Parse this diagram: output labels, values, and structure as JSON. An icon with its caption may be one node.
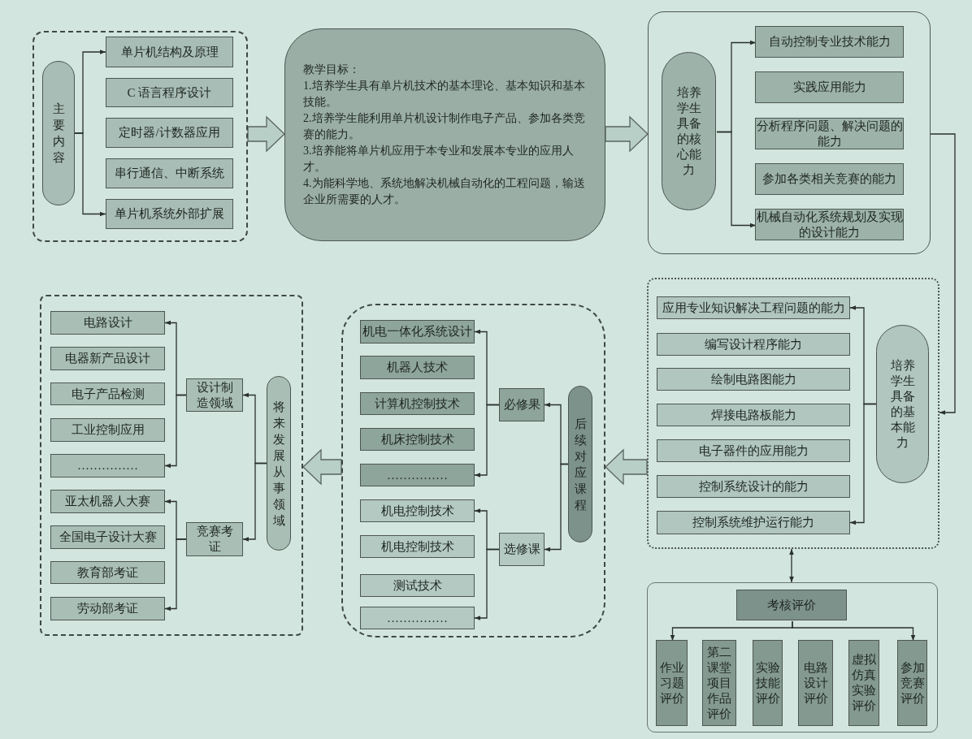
{
  "diagram": {
    "nodes": [
      {
        "text": [],
        "shape": "box"
      },
      {
        "text": [
          "主要内容"
        ],
        "in": 0
      },
      {
        "text": [
          "单片机结构及原理"
        ],
        "in": 0
      },
      {
        "text": [
          "C 语言程序设计"
        ],
        "in": 0
      },
      {
        "text": [
          "定时器/计数器应用"
        ],
        "in": 0
      },
      {
        "text": [
          "串行通信、中断系统"
        ],
        "in": 0
      },
      {
        "text": [
          "单片机系统外部扩展"
        ],
        "in": 0
      },
      {
        "text": [
          "教学目标：",
          "1.培养学生具有单片机技术的基本理论、基本知识和基本技能。",
          "2.培养学生能利用单片机设计制作电子产品、参加各类竞赛的能力。",
          "3.培养能将单片机应用于本专业和发展本专业的应用人才。",
          "4.为能科学地、系统地解决机械自动化的工程问题，输送企业所需要的人才。"
        ]
      },
      {
        "text": [],
        "shape": "box"
      },
      {
        "text": [
          "培养学生具备的核心能力"
        ],
        "in": 8
      },
      {
        "text": [
          "自动控制专业技术能力"
        ],
        "in": 8
      },
      {
        "text": [
          "实践应用能力"
        ],
        "in": 8
      },
      {
        "text": [
          "分析程序问题、解决问题的能力"
        ],
        "in": 8
      },
      {
        "text": [
          "参加各类相关竞赛的能力"
        ],
        "in": 8
      },
      {
        "text": [
          "机械自动化系统规划及实现的设计能力"
        ],
        "in": 8
      },
      {
        "text": [],
        "shape": "box"
      },
      {
        "text": [
          "应用专业知识解决工程问题的能力"
        ],
        "in": 15
      },
      {
        "text": [
          "编写设计程序能力"
        ],
        "in": 15
      },
      {
        "text": [
          "绘制电路图能力"
        ],
        "in": 15
      },
      {
        "text": [
          "焊接电路板能力"
        ],
        "in": 15
      },
      {
        "text": [
          "电子器件的应用能力"
        ],
        "in": 15
      },
      {
        "text": [
          "控制系统设计的能力"
        ],
        "in": 15
      },
      {
        "text": [
          "控制系统维护运行能力"
        ],
        "in": 15
      },
      {
        "text": [
          "培养学生具备的基本能力"
        ],
        "in": 15
      },
      {
        "text": [],
        "shape": "box"
      },
      {
        "text": [
          "考核评价"
        ],
        "in": 24
      },
      {
        "text": [
          "作业习题评价"
        ],
        "in": 24
      },
      {
        "text": [
          "第二课堂项目作品评价"
        ],
        "in": 24
      },
      {
        "text": [
          "实验技能评价"
        ],
        "in": 24
      },
      {
        "text": [
          "电路设计评价"
        ],
        "in": 24
      },
      {
        "text": [
          "虚拟仿真实验评价"
        ],
        "in": 24
      },
      {
        "text": [
          "参加竞赛评价"
        ],
        "in": 24
      },
      {
        "text": [],
        "shape": "box"
      },
      {
        "text": [
          "机电一体化系统设计"
        ],
        "in": 32
      },
      {
        "text": [
          "机器人技术"
        ],
        "in": 32
      },
      {
        "text": [
          "计算机控制技术"
        ],
        "in": 32
      },
      {
        "text": [
          "机床控制技术"
        ],
        "in": 32
      },
      {
        "text": [
          "……………"
        ],
        "in": 32
      },
      {
        "text": [
          "机电控制技术"
        ],
        "in": 32
      },
      {
        "text": [
          "机电控制技术"
        ],
        "in": 32
      },
      {
        "text": [
          "测试技术"
        ],
        "in": 32
      },
      {
        "text": [
          "……………"
        ],
        "in": 32
      },
      {
        "text": [
          "必修果"
        ],
        "in": 32
      },
      {
        "text": [
          "选修课"
        ],
        "in": 32
      },
      {
        "text": [
          "后续对应课程"
        ],
        "in": 32
      },
      {
        "text": [],
        "shape": "box"
      },
      {
        "text": [
          "电路设计"
        ],
        "in": 45
      },
      {
        "text": [
          "电器新产品设计"
        ],
        "in": 45
      },
      {
        "text": [
          "电子产品检测"
        ],
        "in": 45
      },
      {
        "text": [
          "工业控制应用"
        ],
        "in": 45
      },
      {
        "text": [
          "……………"
        ],
        "in": 45
      },
      {
        "text": [
          "亚太机器人大赛"
        ],
        "in": 45
      },
      {
        "text": [
          "全国电子设计大赛"
        ],
        "in": 45
      },
      {
        "text": [
          "教育部考证"
        ],
        "in": 45
      },
      {
        "text": [
          "劳动部考证"
        ],
        "in": 45
      },
      {
        "text": [
          "设计制造领域"
        ],
        "in": 45
      },
      {
        "text": [
          "竞赛考证"
        ],
        "in": 45
      },
      {
        "text": [
          "将来发展从事领域"
        ],
        "in": 45
      }
    ],
    "edges": [
      {
        "from": 1,
        "to": 2,
        "arrow": "to"
      },
      {
        "from": 1,
        "to": 6,
        "arrow": "to"
      },
      {
        "from": 0,
        "to": 7,
        "arrow": "to",
        "style": "thick"
      },
      {
        "from": 7,
        "to": 8,
        "arrow": "to",
        "style": "thick"
      },
      {
        "from": 9,
        "to": 10,
        "arrow": "to"
      },
      {
        "from": 9,
        "to": 14,
        "arrow": "to"
      },
      {
        "from": 8,
        "to": 15,
        "arrow": "to"
      },
      {
        "from": 23,
        "to": 16,
        "arrow": "to"
      },
      {
        "from": 23,
        "to": 22,
        "arrow": "to"
      },
      {
        "from": 15,
        "to": 24,
        "arrow": "both"
      },
      {
        "from": 25,
        "to": 26,
        "arrow": "to"
      },
      {
        "from": 25,
        "to": 31,
        "arrow": "to"
      },
      {
        "from": 15,
        "to": 32,
        "arrow": "to",
        "style": "thick"
      },
      {
        "from": 44,
        "to": 42,
        "arrow": "to"
      },
      {
        "from": 44,
        "to": 43,
        "arrow": "to"
      },
      {
        "from": 42,
        "to": 33,
        "arrow": "to"
      },
      {
        "from": 42,
        "to": 37,
        "arrow": "to"
      },
      {
        "from": 43,
        "to": 38,
        "arrow": "to"
      },
      {
        "from": 43,
        "to": 41,
        "arrow": "to"
      },
      {
        "from": 32,
        "to": 45,
        "arrow": "to",
        "style": "thick"
      },
      {
        "from": 57,
        "to": 55,
        "arrow": "to"
      },
      {
        "from": 57,
        "to": 56,
        "arrow": "to"
      },
      {
        "from": 55,
        "to": 46,
        "arrow": "to"
      },
      {
        "from": 55,
        "to": 50,
        "arrow": "to"
      },
      {
        "from": 56,
        "to": 51,
        "arrow": "to"
      },
      {
        "from": 56,
        "to": 54,
        "arrow": "to"
      }
    ]
  }
}
